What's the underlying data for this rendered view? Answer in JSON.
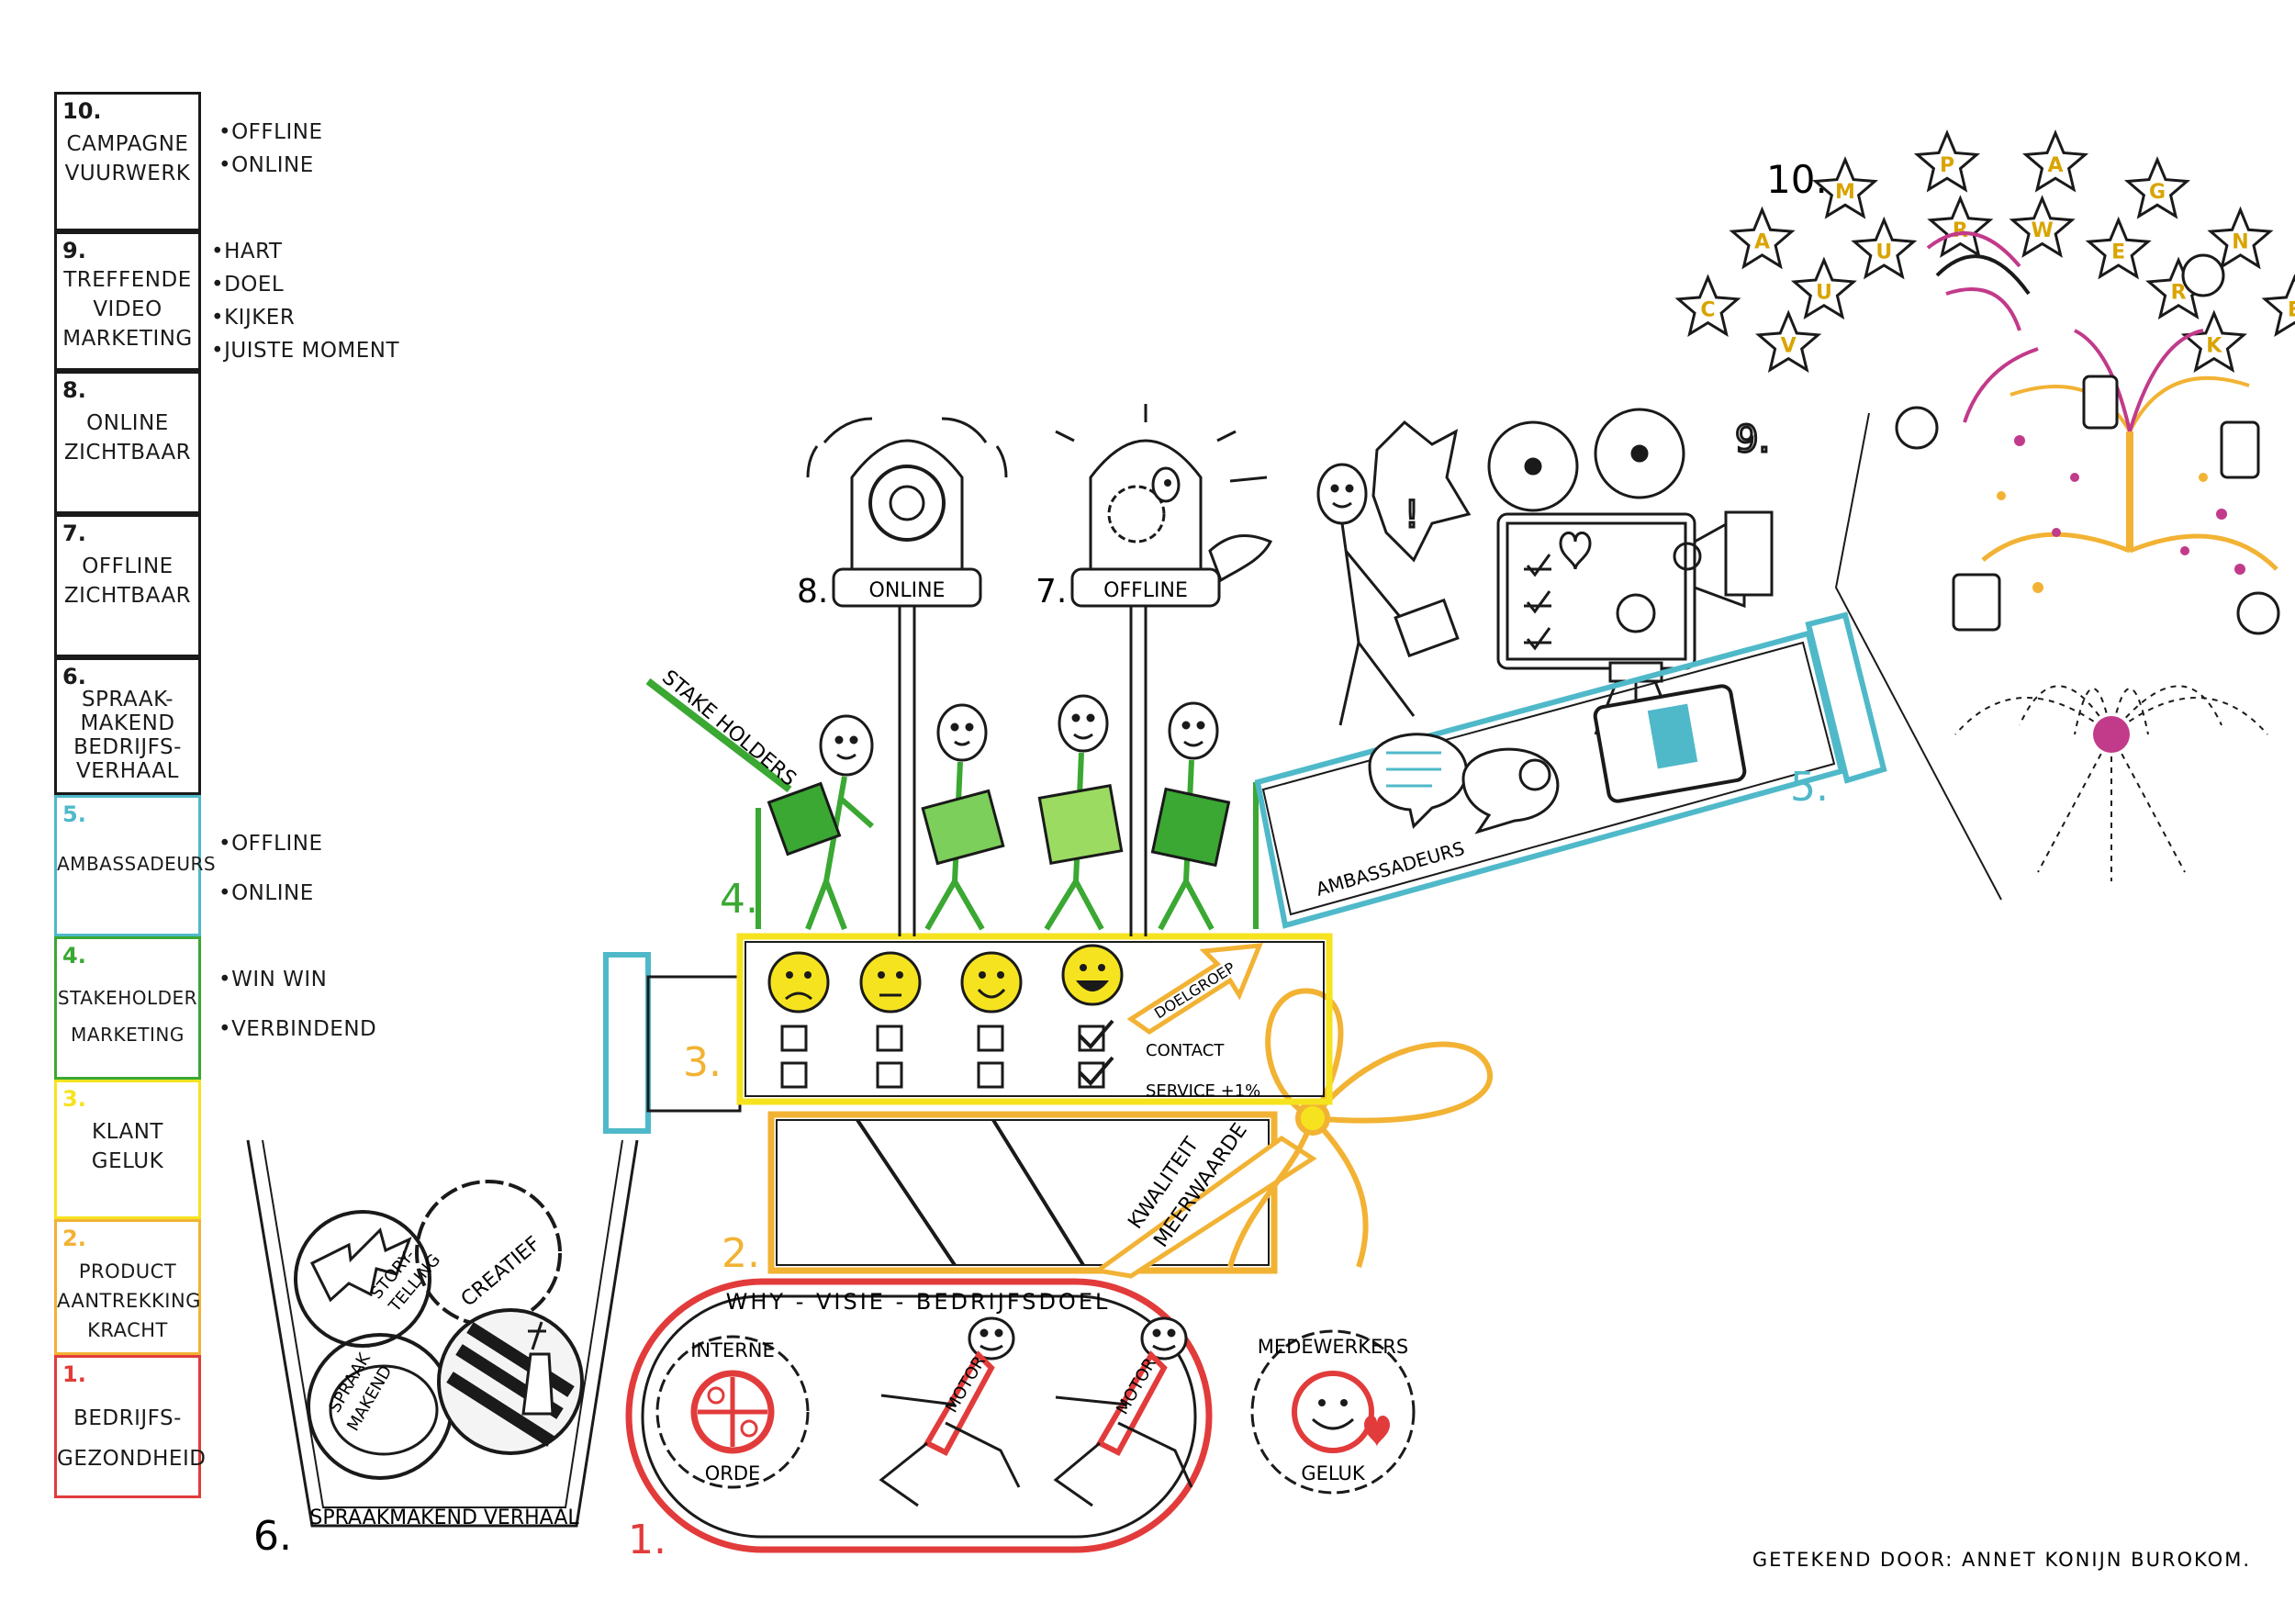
{
  "colors": {
    "red": "#e23b3b",
    "orange": "#f2b233",
    "yellow": "#f6e31f",
    "green": "#3aa832",
    "teal": "#4fb9c9",
    "ink": "#1a1a1a",
    "pink": "#c23a8a"
  },
  "sidebar": {
    "cells": [
      {
        "num": "10.",
        "label": "CAMPAGNE\nVUURWERK",
        "color": "#1a1a1a"
      },
      {
        "num": "9.",
        "label": "TREFFENDE\nVIDEO\nMARKETING",
        "color": "#1a1a1a"
      },
      {
        "num": "8.",
        "label": "ONLINE\nZICHTBAAR",
        "color": "#1a1a1a"
      },
      {
        "num": "7.",
        "label": "OFFLINE\nZICHTBAAR",
        "color": "#1a1a1a"
      },
      {
        "num": "6.",
        "label": "SPRAAK-\nMAKEND\nBEDRIJFS-\nVERHAAL",
        "color": "#1a1a1a"
      },
      {
        "num": "5.",
        "label": "AMBASSADEURS",
        "color": "#4fb9c9"
      },
      {
        "num": "4.",
        "label": "STAKEHOLDER\nMARKETING",
        "color": "#3aa832"
      },
      {
        "num": "3.",
        "label": "KLANT\nGELUK",
        "color": "#f6e31f"
      },
      {
        "num": "2.",
        "label": "PRODUCT\nAANTREKKING\nKRACHT",
        "color": "#f2b233"
      },
      {
        "num": "1.",
        "label": "BEDRIJFS-\nGEZONDHEID",
        "color": "#e23b3b"
      }
    ]
  },
  "bullets": {
    "campagne": [
      "OFFLINE",
      "ONLINE"
    ],
    "video": [
      "HART",
      "DOEL",
      "KIJKER",
      "JUISTE MOMENT"
    ],
    "ambassadeurs": [
      "OFFLINE",
      "ONLINE"
    ],
    "stakeholder": [
      "WIN WIN",
      "VERBINDEND"
    ]
  },
  "drawing": {
    "step_numbers": {
      "n1": "1.",
      "n2": "2.",
      "n3": "3.",
      "n4": "4.",
      "n5": "5.",
      "n6": "6.",
      "n7": "7.",
      "n8": "8.",
      "n9": "9.",
      "n10": "10."
    },
    "base": {
      "banner": "WHY - VISIE - BEDRIJFSDOEL",
      "interne": "INTERNE",
      "orde": "ORDE",
      "motor": "MOTOR",
      "medewerkers": "MEDEWERKERS",
      "geluk": "GELUK"
    },
    "bucket": {
      "caption": "SPRAAKMAKEND VERHAAL",
      "story": "STORY-\nTELLING",
      "creatief": "CREATIEF",
      "spraak": "SPRAAK\nMAKEND"
    },
    "gift": {
      "kwaliteit": "KWALITEIT",
      "meerwaarde": "MEERWAARDE"
    },
    "tube": {
      "doelgroep": "DOELGROEP",
      "contact": "CONTACT",
      "service": "SERVICE +1%"
    },
    "stakeholders_label": "STAKE HOLDERS",
    "ambassadeurs_label": "AMBASSADEURS",
    "lights": {
      "online": "ONLINE",
      "offline": "OFFLINE"
    },
    "firework_word": "CAMPAGNE VUURWERK",
    "credit": "GETEKEND DOOR: ANNET KONIJN   BUROKOM."
  }
}
